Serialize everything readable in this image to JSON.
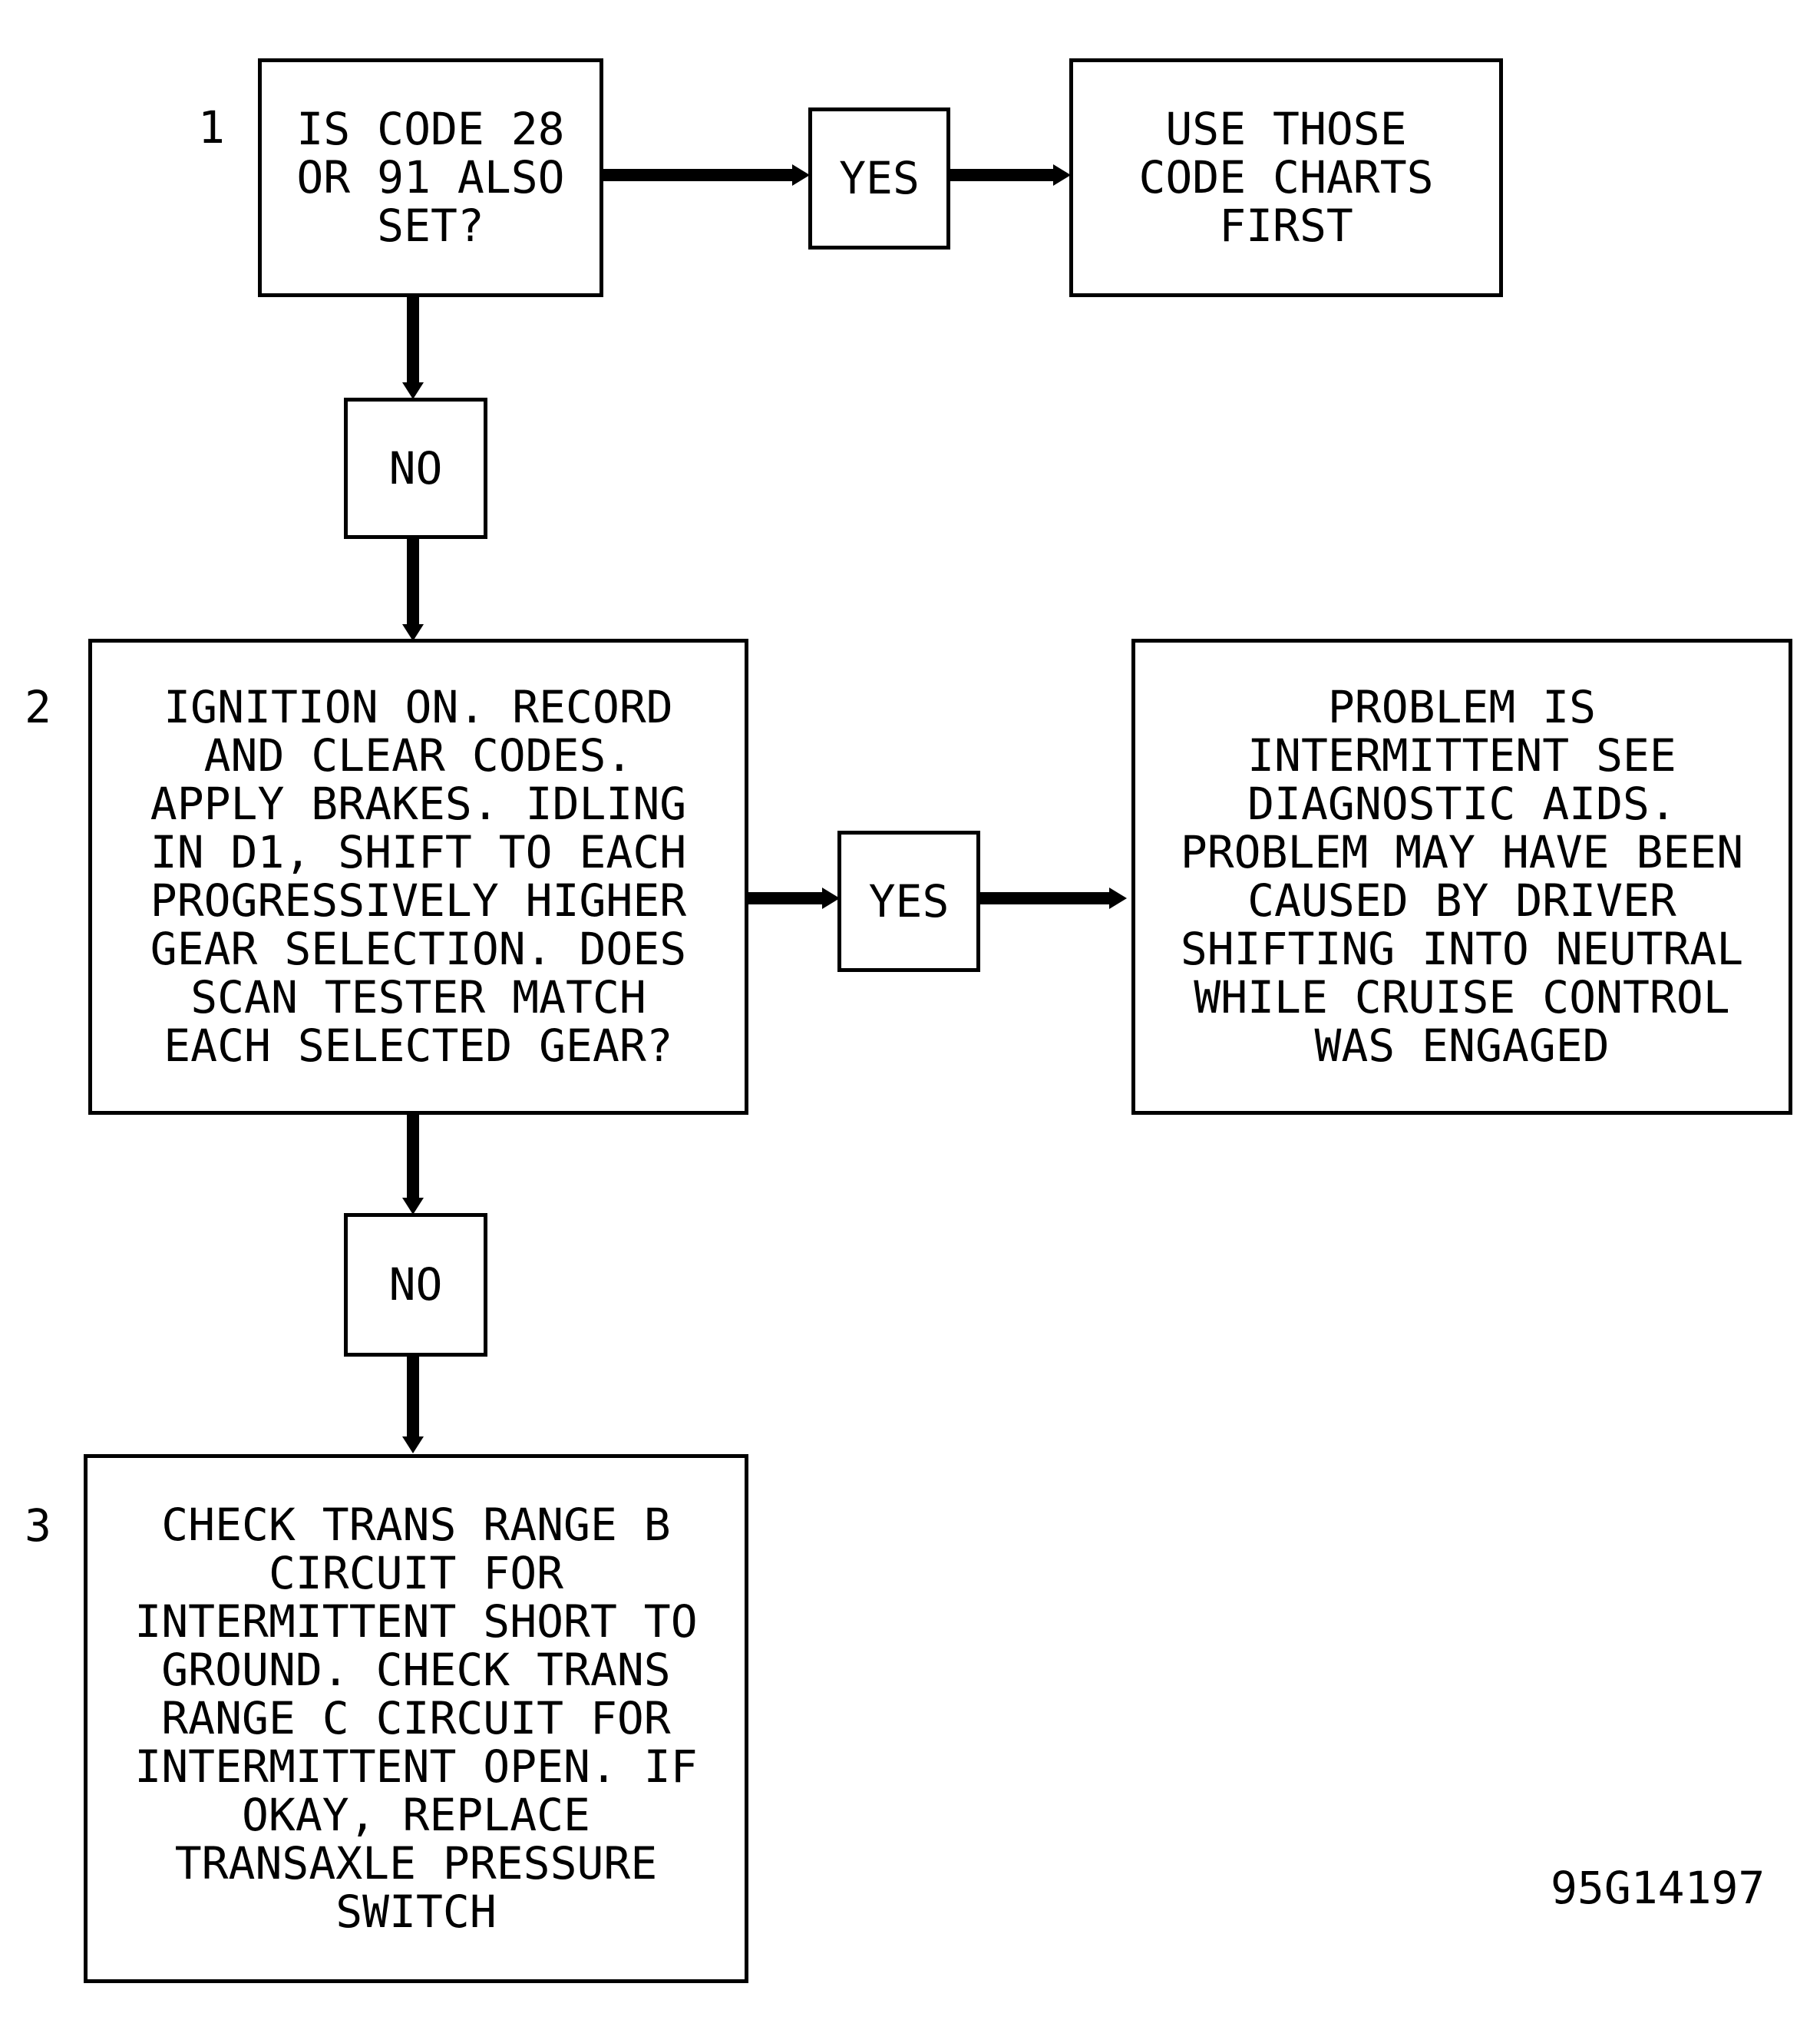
{
  "steps": [
    {
      "number": "1",
      "lines": [
        "IS CODE 28",
        "OR 91 ALSO",
        "SET?"
      ]
    },
    {
      "number": "2",
      "lines": [
        "IGNITION ON. RECORD",
        "AND CLEAR CODES.",
        "APPLY BRAKES. IDLING",
        "IN D1, SHIFT TO EACH",
        "PROGRESSIVELY HIGHER",
        "GEAR SELECTION. DOES",
        "SCAN TESTER MATCH",
        "EACH SELECTED GEAR?"
      ]
    },
    {
      "number": "3",
      "lines": [
        "CHECK TRANS RANGE B",
        "CIRCUIT FOR",
        "INTERMITTENT SHORT TO",
        "GROUND. CHECK TRANS",
        "RANGE C CIRCUIT FOR",
        "INTERMITTENT OPEN. IF",
        "OKAY, REPLACE",
        "TRANSAXLE PRESSURE",
        "SWITCH"
      ]
    }
  ],
  "results": [
    {
      "lines": [
        "USE THOSE",
        "CODE CHARTS",
        "FIRST"
      ]
    },
    {
      "lines": [
        "PROBLEM IS",
        "INTERMITTENT SEE",
        "DIAGNOSTIC AIDS.",
        "PROBLEM MAY HAVE BEEN",
        "CAUSED BY DRIVER",
        "SHIFTING INTO NEUTRAL",
        "WHILE CRUISE CONTROL",
        "WAS ENGAGED"
      ]
    }
  ],
  "answers": {
    "step1_yes": "YES",
    "step1_no": "NO",
    "step2_yes": "YES",
    "step2_no": "NO"
  },
  "figure_id": "95G14197",
  "colors": {
    "stroke": "#000000",
    "background": "#ffffff"
  }
}
